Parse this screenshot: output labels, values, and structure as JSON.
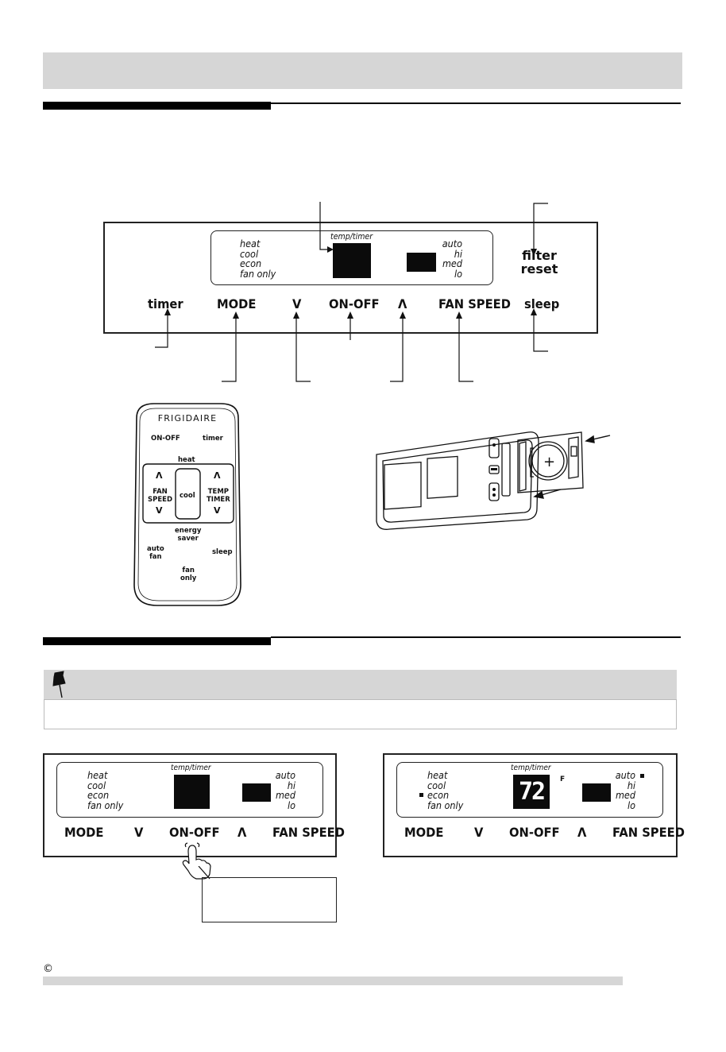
{
  "control_panel": {
    "display_label": "temp/timer",
    "modes": [
      "heat",
      "cool",
      "econ",
      "fan only"
    ],
    "fan_speeds": [
      "auto",
      "hi",
      "med",
      "lo"
    ],
    "filter_reset": [
      "filter",
      "reset"
    ],
    "buttons": {
      "timer": "timer",
      "mode": "MODE",
      "down": "V",
      "on_off": "ON-OFF",
      "up": "Λ",
      "fan_speed": "FAN SPEED",
      "sleep": "sleep"
    }
  },
  "remote": {
    "brand": "FRIGIDAIRE",
    "on_off": "ON-OFF",
    "timer": "timer",
    "heat": "heat",
    "fan_speed": [
      "FAN",
      "SPEED"
    ],
    "cool": "cool",
    "temp_timer": [
      "TEMP",
      "TIMER"
    ],
    "up": "Λ",
    "down": "V",
    "energy_saver": [
      "energy",
      "saver"
    ],
    "auto_fan": [
      "auto",
      "fan"
    ],
    "sleep": "sleep",
    "fan_only": [
      "fan",
      "only"
    ]
  },
  "battery": {
    "plus": "+"
  },
  "small_panels": {
    "display_label": "temp/timer",
    "modes": [
      "heat",
      "cool",
      "econ",
      "fan only"
    ],
    "fan_speeds": [
      "auto",
      "hi",
      "med",
      "lo"
    ],
    "buttons": {
      "mode": "MODE",
      "down": "V",
      "on_off": "ON-OFF",
      "up": "Λ",
      "fan_speed": "FAN SPEED"
    },
    "temperature": "72",
    "unit": "F"
  },
  "footer": {
    "copyright": "©"
  },
  "colors": {
    "band": "#d6d6d6",
    "ink": "#111111"
  }
}
